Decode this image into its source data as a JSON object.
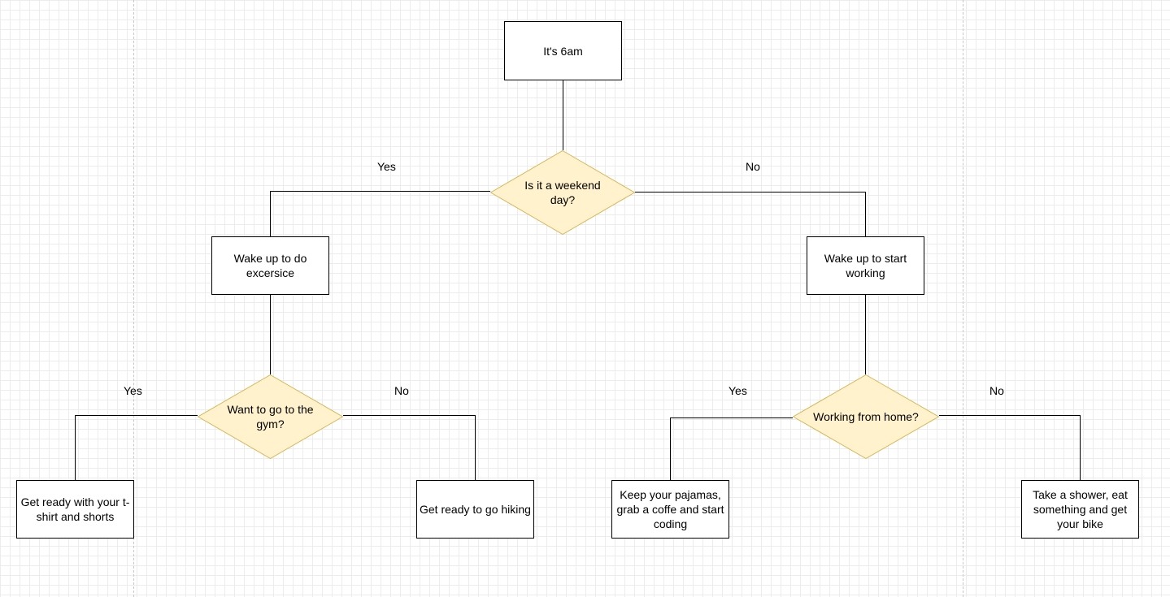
{
  "colors": {
    "decision_fill": "#fff2cc",
    "decision_stroke": "#d6b656",
    "process_stroke": "#000000",
    "edge_stroke": "#000000"
  },
  "nodes": {
    "start": "It's 6am",
    "weekend": "Is it a weekend day?",
    "exercise": "Wake up to do excersice",
    "work": "Wake up to start working",
    "gym": "Want to go to the gym?",
    "home": "Working from home?",
    "shorts": "Get ready with your t-shirt and shorts",
    "hiking": "Get ready to go hiking",
    "pajamas": "Keep your pajamas, grab a coffe and start coding",
    "shower": "Take a shower, eat something and get your bike"
  },
  "edge_labels": {
    "weekend_yes": "Yes",
    "weekend_no": "No",
    "gym_yes": "Yes",
    "gym_no": "No",
    "home_yes": "Yes",
    "home_no": "No"
  }
}
